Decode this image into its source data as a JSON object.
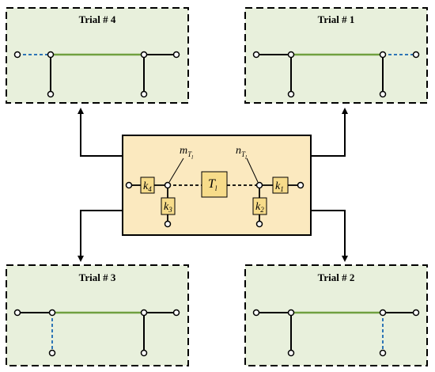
{
  "trials": {
    "top_left": {
      "title": "Trial # 4"
    },
    "top_right": {
      "title": "Trial # 1"
    },
    "bottom_left": {
      "title": "Trial # 3"
    },
    "bottom_right": {
      "title": "Trial # 2"
    }
  },
  "center": {
    "m_label": "m",
    "m_sub": "T",
    "m_subsub": "l",
    "n_label": "n",
    "n_sub": "T",
    "n_subsub": "l",
    "t_label": "T",
    "t_sub": "l",
    "k4_label": "k",
    "k4_sub": "4",
    "k3_label": "k",
    "k3_sub": "3",
    "k2_label": "k",
    "k2_sub": "2",
    "k1_label": "k",
    "k1_sub": "1"
  },
  "colors": {
    "trial_fill": "#e8f0dc",
    "center_fill": "#fbe9bf",
    "kbox_fill": "#f7dc8a",
    "green_line": "#70a040",
    "blue_dash": "#2e75b6"
  }
}
